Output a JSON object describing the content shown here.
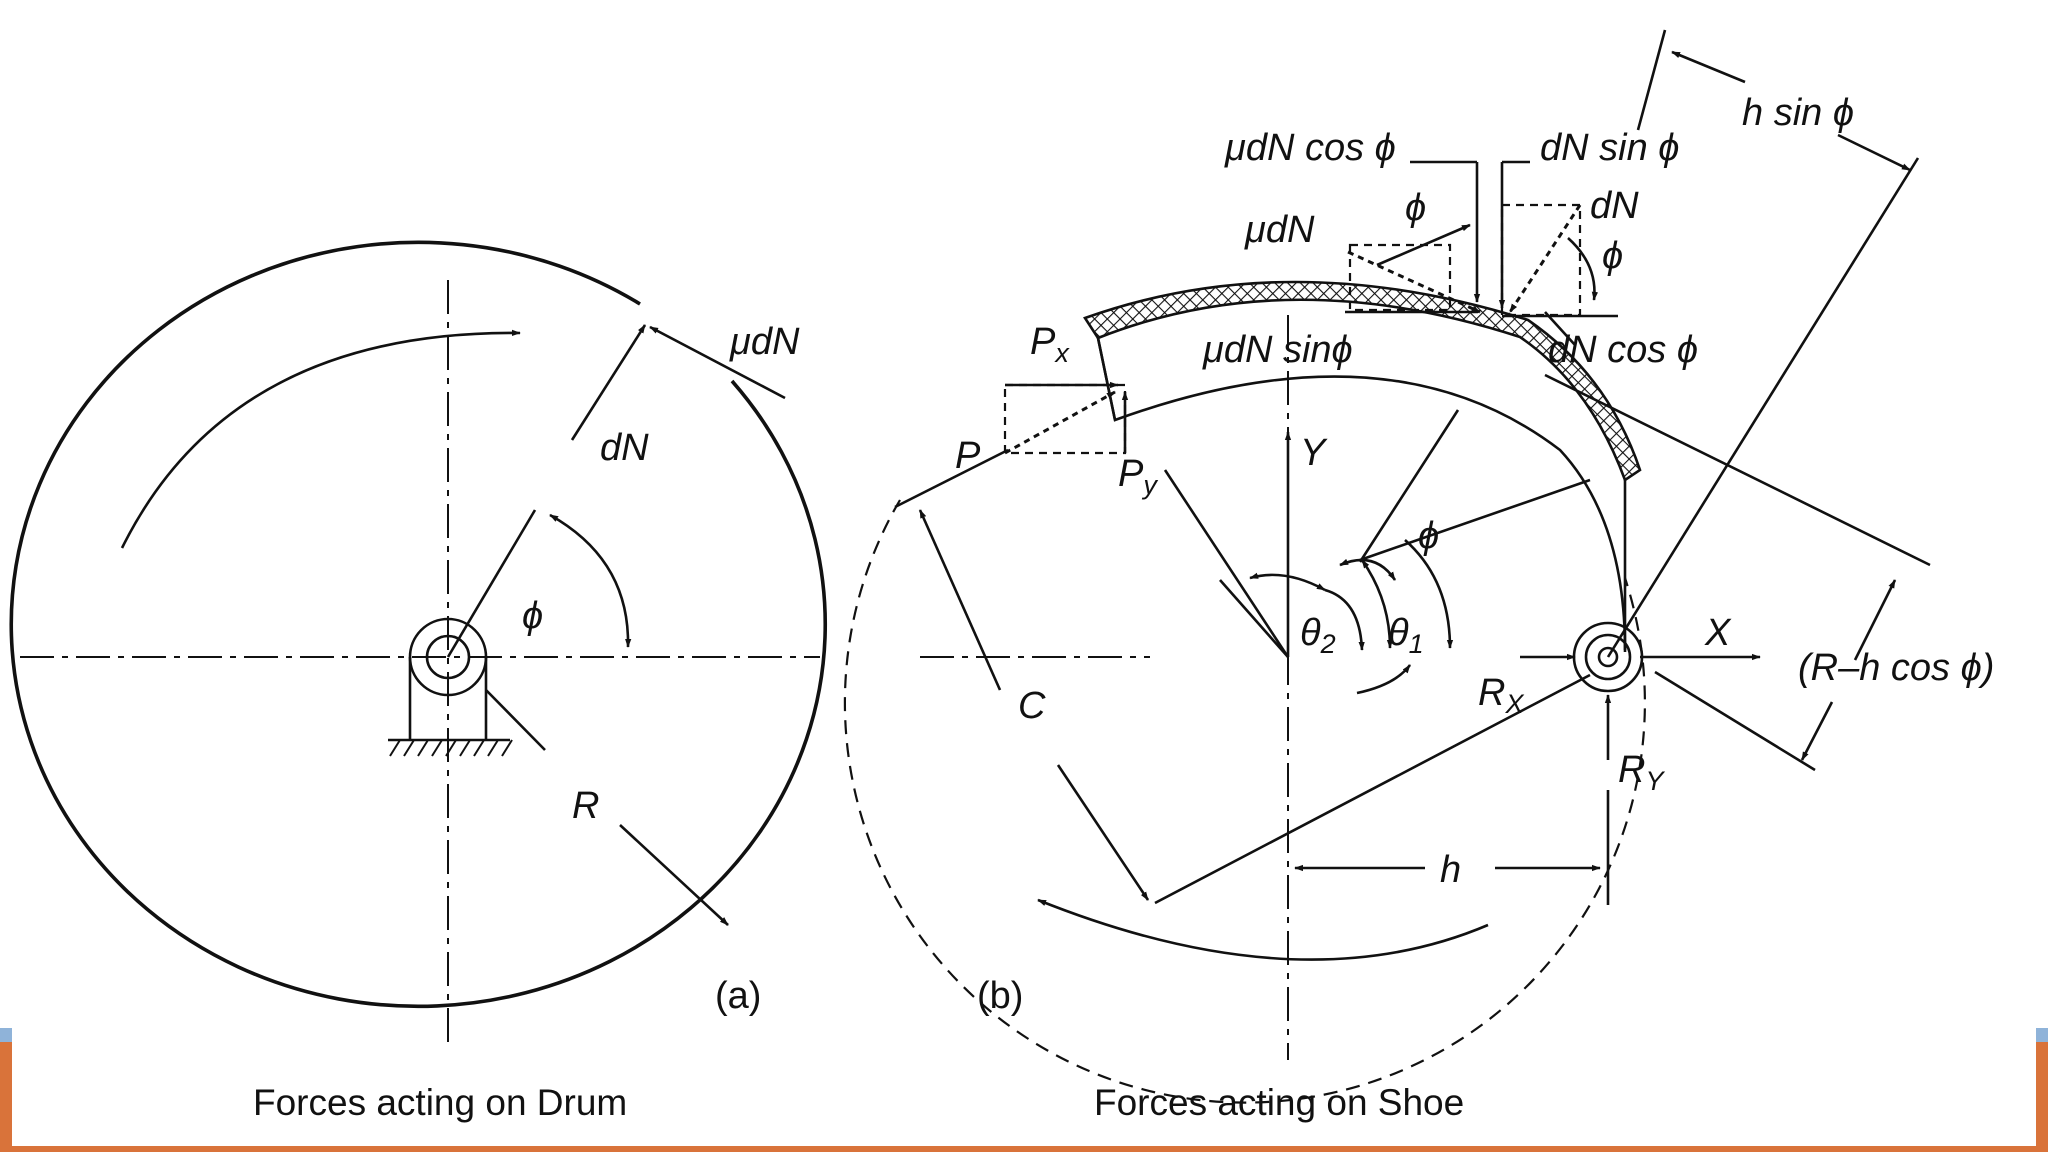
{
  "figure_a": {
    "panel_label": "(a)",
    "caption": "Forces acting on Drum",
    "labels": {
      "mudN": "μdN",
      "dN": "dN",
      "phi": "ϕ",
      "R": "R"
    }
  },
  "figure_b": {
    "panel_label": "(b)",
    "caption": "Forces acting on Shoe",
    "labels": {
      "mudN_cos_phi": "μdN cos ϕ",
      "dN_sin_phi": "dN sin ϕ",
      "dN": "dN",
      "phi_top": "ϕ",
      "phi_side": "ϕ",
      "mudN": "μdN",
      "dN_cos_phi": "dN cos ϕ",
      "mudN_sin_phi": "μdN sinϕ",
      "h_sin_phi": "h sin ϕ",
      "P": "P",
      "Px_main": "P",
      "Px_sub": "x",
      "Py_main": "P",
      "Py_sub": "y",
      "Y": "Y",
      "X": "X",
      "phi_center": "ϕ",
      "theta2_main": "θ",
      "theta2_sub": "2",
      "theta1_main": "θ",
      "theta1_sub": "1",
      "C": "C",
      "RX_main": "R",
      "RX_sub": "X",
      "RY_main": "R",
      "RY_sub": "Y",
      "R_minus_h_cos_phi": "(R–h cos ϕ)",
      "h": "h"
    }
  },
  "colors": {
    "slide_accent_orange": "#d9733a",
    "slide_accent_blue": "#8fb3d9"
  }
}
